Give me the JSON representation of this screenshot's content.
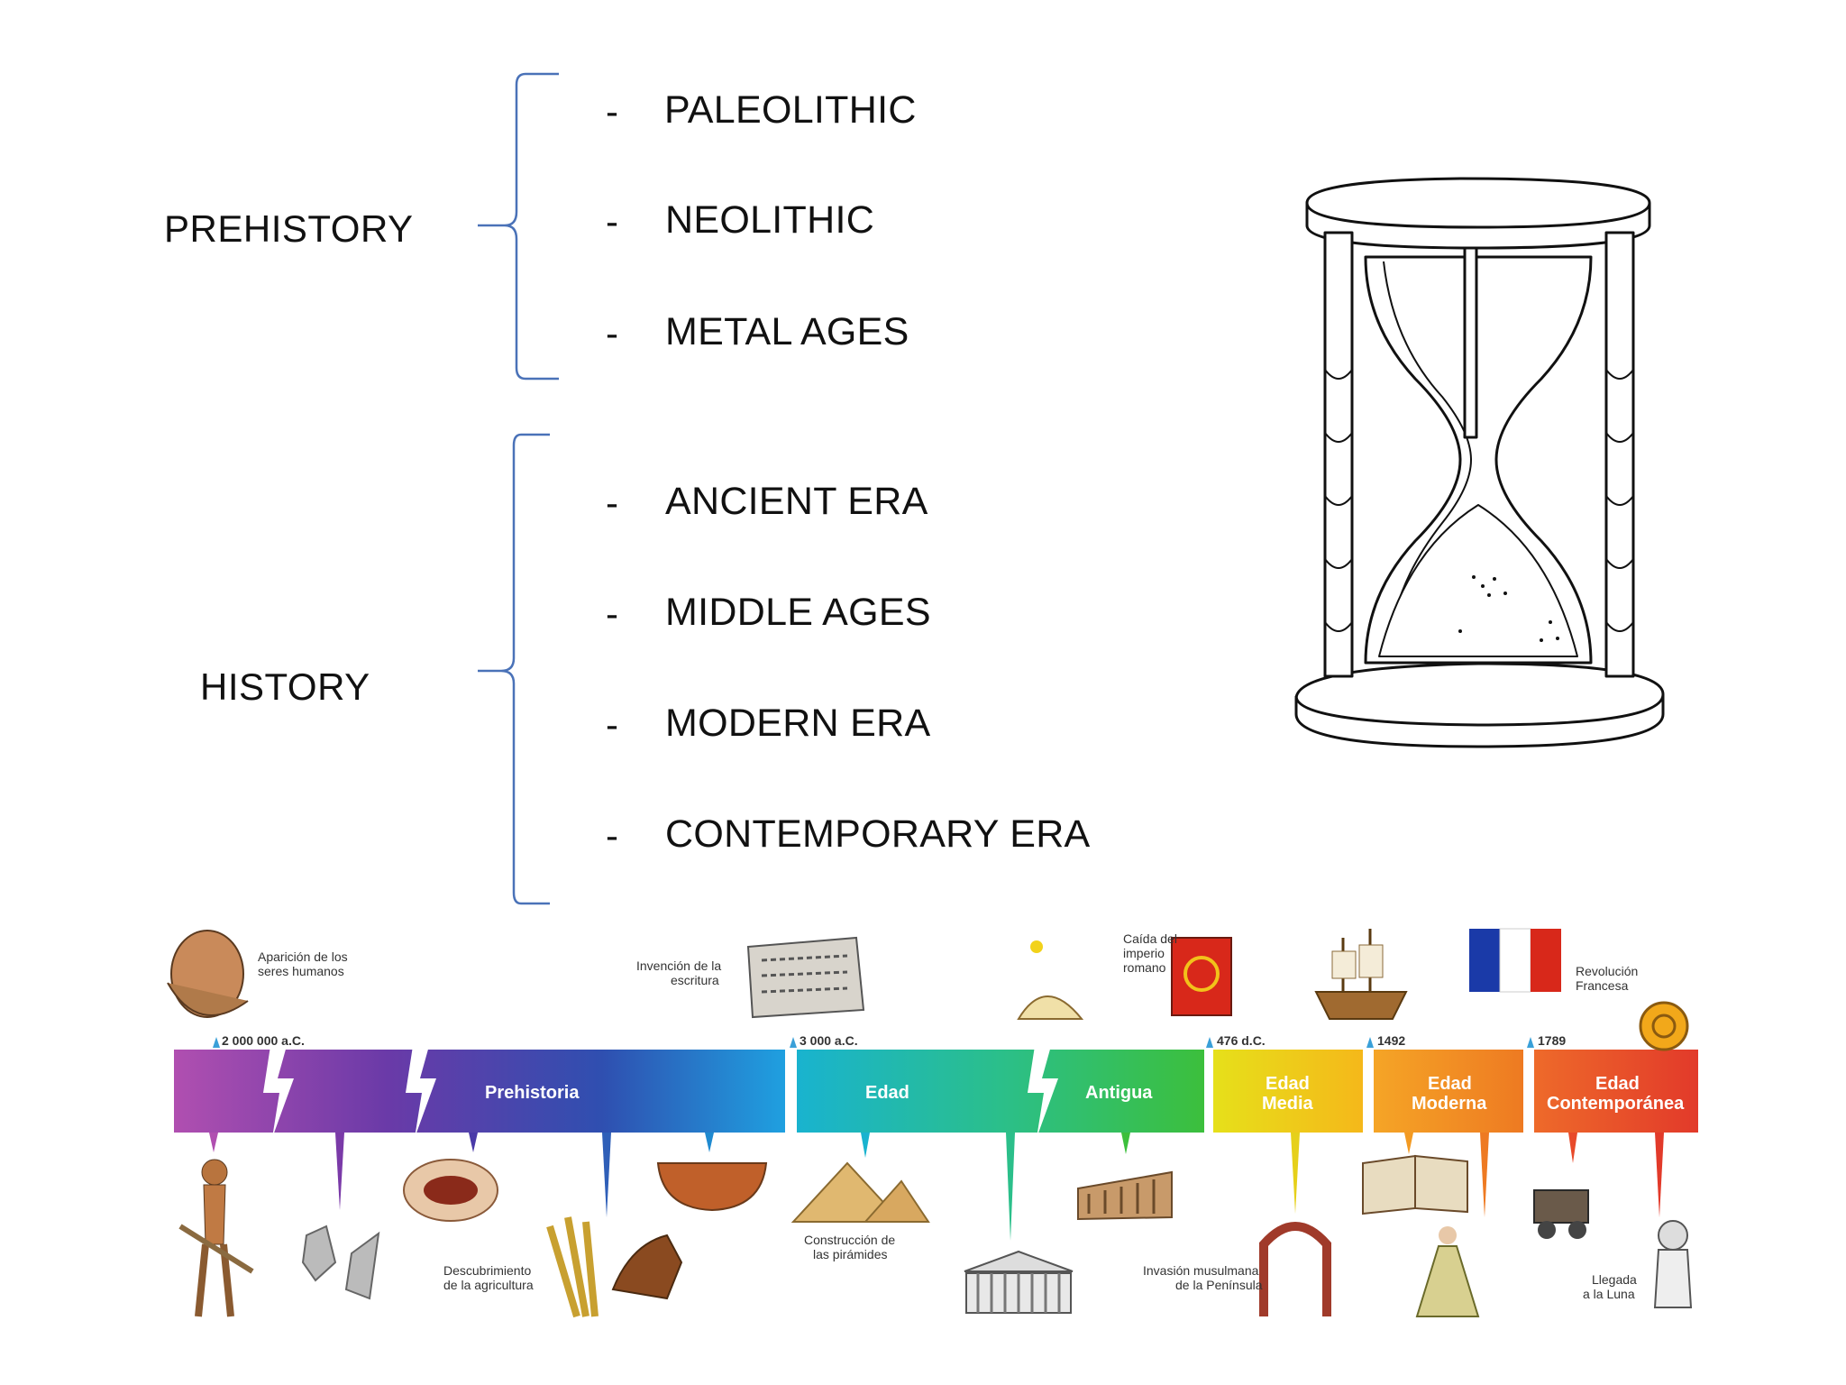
{
  "prehistory": {
    "label": "PREHISTORY",
    "items": [
      {
        "dash": "-",
        "text": "PALEOLITHIC"
      },
      {
        "dash": "-",
        "text": "NEOLITHIC"
      },
      {
        "dash": "-",
        "text": "METAL AGES"
      }
    ]
  },
  "history": {
    "label": "HISTORY",
    "items": [
      {
        "dash": "-",
        "text": "ANCIENT ERA"
      },
      {
        "dash": "-",
        "text": "MIDDLE AGES"
      },
      {
        "dash": "-",
        "text": "MODERN ERA"
      },
      {
        "dash": "-",
        "text": "CONTEMPORARY ERA"
      }
    ]
  },
  "timeline": {
    "dates": [
      "2 000 000 a.C.",
      "3 000 a.C.",
      "476 d.C.",
      "1492",
      "1789"
    ],
    "bands": {
      "prehistoria": "Prehistoria",
      "edad": "Edad",
      "antigua": "Antigua",
      "media_1": "Edad",
      "media_2": "Media",
      "moderna_1": "Edad",
      "moderna_2": "Moderna",
      "contemporanea_1": "Edad",
      "contemporanea_2": "Contemporánea"
    },
    "annotations": {
      "humanos_1": "Aparición de los",
      "humanos_2": "seres humanos",
      "escritura_1": "Invención de la",
      "escritura_2": "escritura",
      "imperio_1": "Caída del",
      "imperio_2": "imperio",
      "imperio_3": "romano",
      "revolucion_1": "Revolución",
      "revolucion_2": "Francesa",
      "agricultura_1": "Descubrimiento",
      "agricultura_2": "de la agricultura",
      "piramides_1": "Construcción de",
      "piramides_2": "las pirámides",
      "invasion_1": "Invasión musulmana",
      "invasion_2": "de la Península",
      "luna_1": "Llegada",
      "luna_2": "a la Luna"
    }
  },
  "colors": {
    "brace": "#4a72b8",
    "text": "#111111",
    "band_prehistoria_start": "#b04fb0",
    "band_prehistoria_end": "#1fa0e0",
    "band_edad_start": "#19b3cf",
    "band_edad_end": "#3cbf3c",
    "band_media": "#f2d21a",
    "band_moderna": "#f39a22",
    "band_contemporanea": "#e84a2a"
  }
}
